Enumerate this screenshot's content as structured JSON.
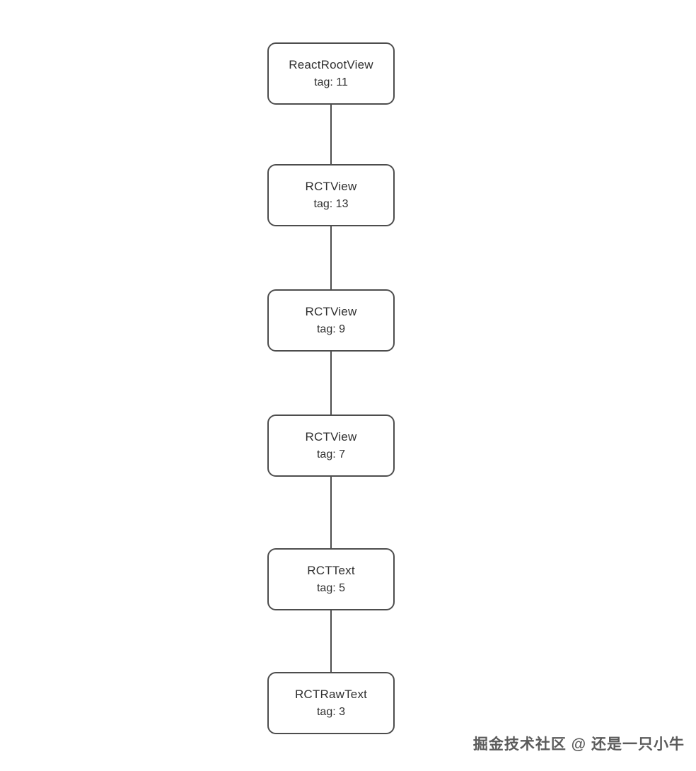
{
  "diagram": {
    "description": "React Native shadow-node tree, vertical parent-to-child chain",
    "nodes": [
      {
        "label": "ReactRootView",
        "tag": "tag: 11"
      },
      {
        "label": "RCTView",
        "tag": "tag: 13"
      },
      {
        "label": "RCTView",
        "tag": "tag: 9"
      },
      {
        "label": "RCTView",
        "tag": "tag: 7"
      },
      {
        "label": "RCTText",
        "tag": "tag: 5"
      },
      {
        "label": "RCTRawText",
        "tag": "tag: 3"
      }
    ]
  },
  "watermark": {
    "text": "掘金技术社区 @ 还是一只小牛"
  },
  "colors": {
    "background": "#ffffff",
    "node_border": "#4d4d4d",
    "node_text": "#2f2f2f",
    "connector": "#4d4d4d",
    "watermark_text": "#5b5b5b"
  }
}
